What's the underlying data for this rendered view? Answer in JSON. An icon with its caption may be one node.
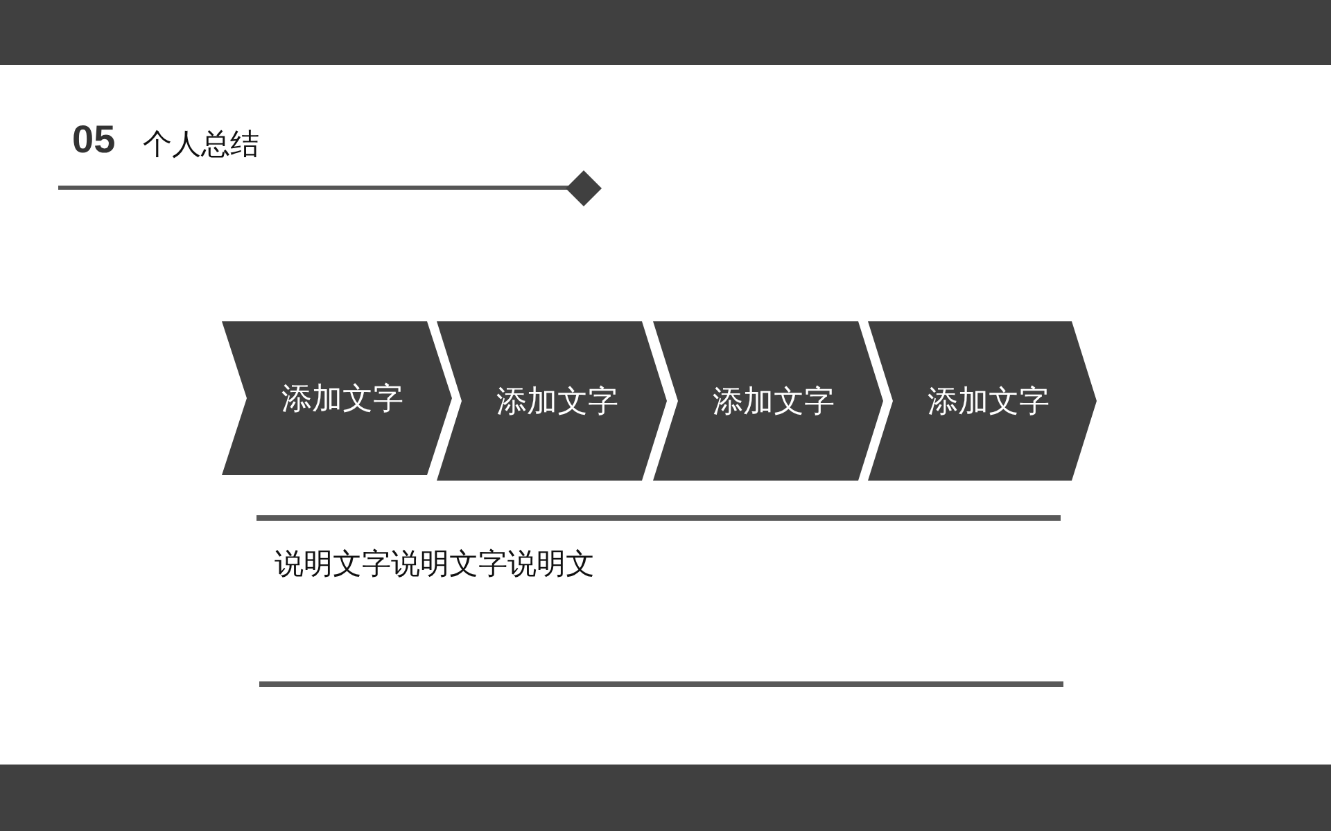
{
  "diagram": {
    "title": "个人总结",
    "nodes": [
      {
        "text": [
          "添加文字"
        ]
      },
      {
        "text": [
          "添加文字"
        ]
      },
      {
        "text": [
          "添加文字"
        ]
      },
      {
        "text": [
          "添加文字"
        ]
      }
    ],
    "labels": [
      "05",
      "说明文字说明文字说明文"
    ]
  }
}
